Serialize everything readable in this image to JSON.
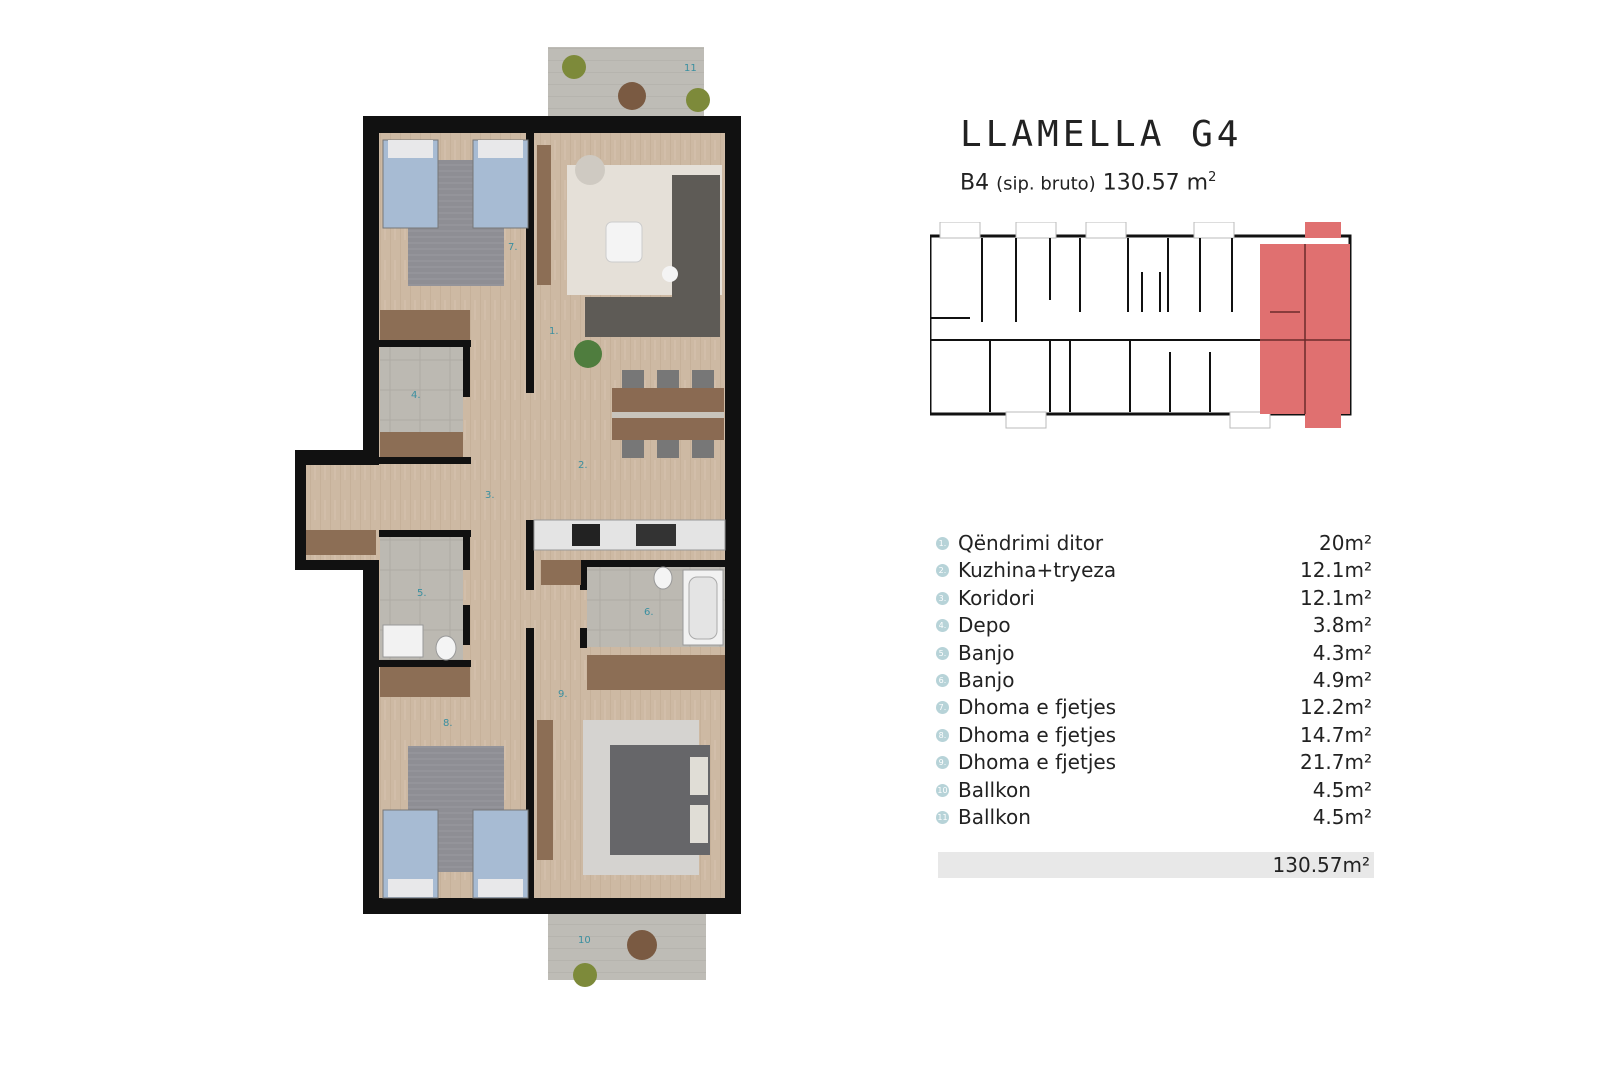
{
  "title": "LLAMELLA G4",
  "subtitle": {
    "unit": "B4",
    "note": "(sip. bruto)",
    "area": "130.57 m",
    "sup": "2"
  },
  "rooms": [
    {
      "num": "1.",
      "name": "Qëndrimi ditor",
      "area": "20m²"
    },
    {
      "num": "2.",
      "name": "Kuzhina+tryeza",
      "area": "12.1m²"
    },
    {
      "num": "3.",
      "name": "Koridori",
      "area": "12.1m²"
    },
    {
      "num": "4.",
      "name": "Depo",
      "area": "3.8m²"
    },
    {
      "num": "5.",
      "name": "Banjo",
      "area": "4.3m²"
    },
    {
      "num": "6.",
      "name": "Banjo",
      "area": "4.9m²"
    },
    {
      "num": "7.",
      "name": "Dhoma e fjetjes",
      "area": "12.2m²"
    },
    {
      "num": "8.",
      "name": "Dhoma e fjetjes",
      "area": "14.7m²"
    },
    {
      "num": "9.",
      "name": "Dhoma e fjetjes",
      "area": "21.7m²"
    },
    {
      "num": "10",
      "name": "Ballkon",
      "area": "4.5m²"
    },
    {
      "num": "11",
      "name": "Ballkon",
      "area": "4.5m²"
    }
  ],
  "total": "130.57m²",
  "plan_labels": {
    "r1": "1.",
    "r2": "2.",
    "r3": "3.",
    "r4": "4.",
    "r5": "5.",
    "r6": "6.",
    "r7": "7.",
    "r8": "8.",
    "r9": "9.",
    "r10": "10",
    "r11": "11"
  },
  "colors": {
    "highlight": "#e07070",
    "wall": "#111111",
    "floor": "#cdb8a2",
    "tile": "#b9b6ae",
    "number_badge": "#b7d3d8"
  }
}
